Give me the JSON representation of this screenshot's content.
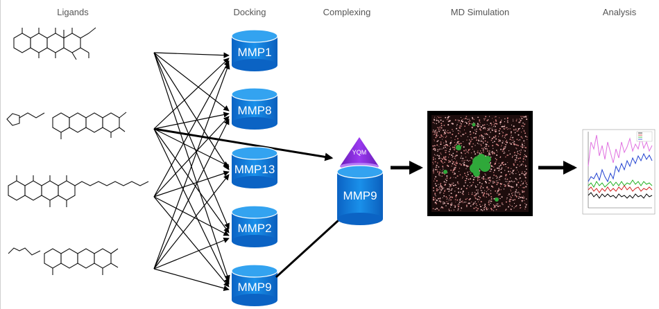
{
  "stages": {
    "ligands": "Ligands",
    "docking": "Docking",
    "complexing": "Complexing",
    "md_simulation": "MD Simulation",
    "analysis": "Analysis"
  },
  "targets": [
    "MMP1",
    "MMP8",
    "MMP13",
    "MMP2",
    "MMP9"
  ],
  "complex": {
    "ligand_code": "YQM",
    "target": "MMP9"
  },
  "colors": {
    "cylinder_top": "#1f8fe0",
    "cylinder_body": "#0a6fd0",
    "cone": "#8a2be2",
    "arrow": "#000000",
    "md_background": "#000000"
  },
  "icons": [
    "molecule-structure",
    "database-cylinder",
    "protein-box",
    "rmsd-plot"
  ]
}
